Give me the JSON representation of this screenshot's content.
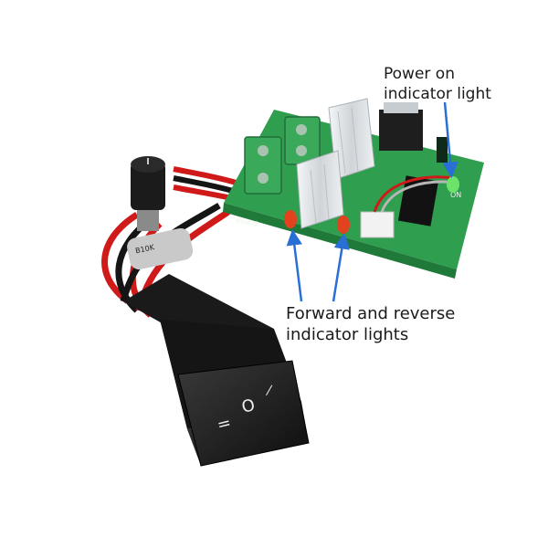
{
  "annotations": {
    "power": {
      "line1": "Power on",
      "line2": "indicator light"
    },
    "forward_reverse": {
      "line1": "Forward and reverse",
      "line2": "indicator lights"
    }
  },
  "board_silkscreen": {
    "on": "ON",
    "pot_marking": "B10K"
  },
  "switch_symbols": {
    "left": "=",
    "center": "O",
    "right": "—"
  },
  "colors": {
    "pcb": "#2f9e4f",
    "terminal": "#3aa95a",
    "heatsink": "#d9dde0",
    "arrow": "#2a6fd6",
    "led_red": "#e3421f",
    "led_green": "#6de36b",
    "wire_red": "#d01a1a",
    "wire_black": "#151515",
    "switch_body": "#1c1c1c"
  }
}
